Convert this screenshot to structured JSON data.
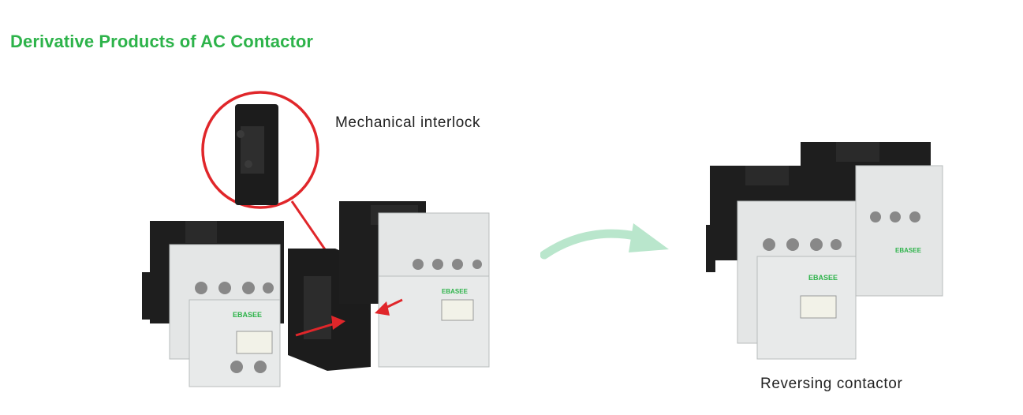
{
  "header": {
    "title": "Derivative Products of AC Contactor",
    "title_color": "#2db34a"
  },
  "labels": {
    "mechanical_interlock": "Mechanical interlock",
    "reversing_contactor": "Reversing contactor"
  },
  "colors": {
    "callout_red": "#e0262a",
    "flow_arrow": "#b9e6cc",
    "housing_black": "#1e1e1e",
    "housing_grey": "#e4e6e6",
    "brand_green": "#2db34a"
  },
  "icons": {
    "flow": "curved-arrow-icon",
    "pointer": "red-arrow-icon"
  }
}
